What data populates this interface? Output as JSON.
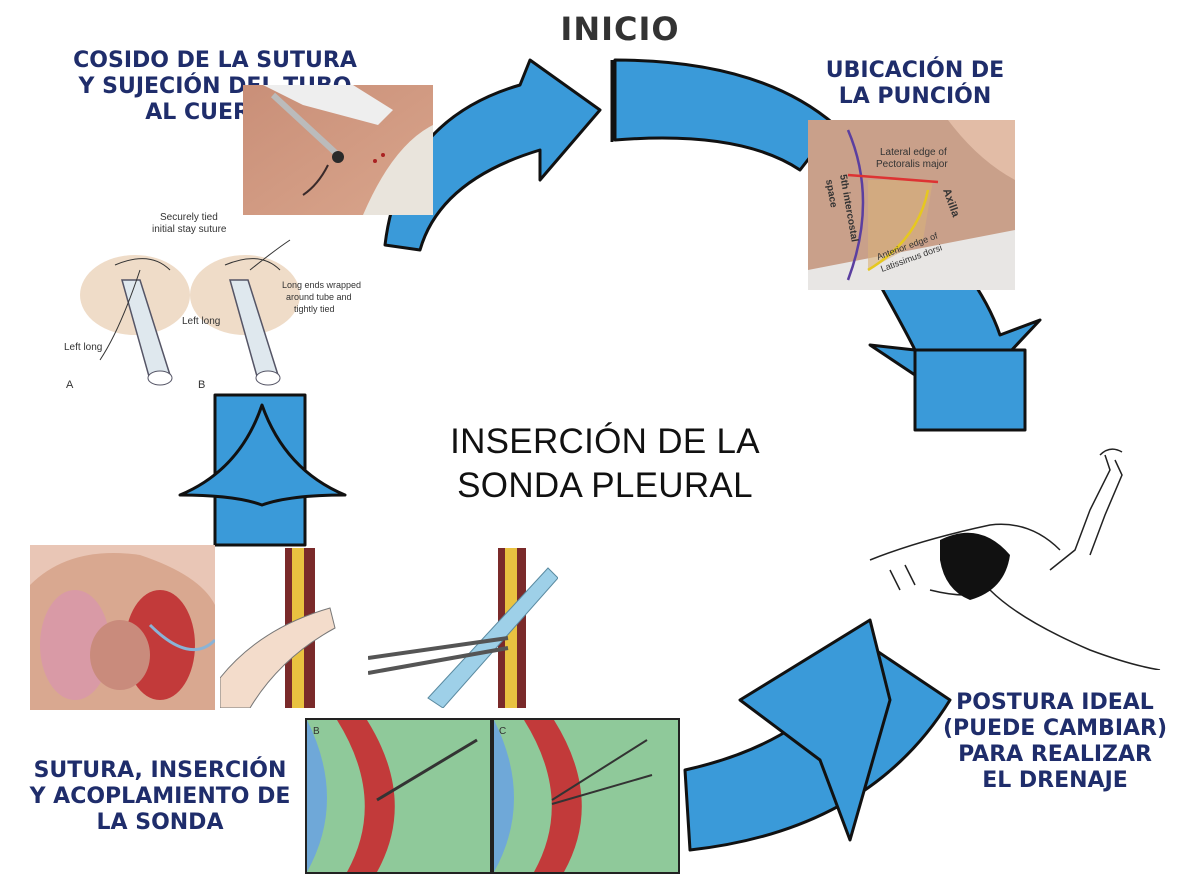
{
  "diagram": {
    "start_label": "INICIO",
    "center_title": "INSERCIÓN DE\nLA SONDA PLEURAL",
    "steps": [
      {
        "label": "UBICACIÓN DE\nLA PUNCIÓN"
      },
      {
        "label": "POSTURA IDEAL\n(PUEDE CAMBIAR)\nPARA REALIZAR\nEL DRENAJE"
      },
      {
        "label": "SUTURA, INSERCIÓN\nY ACOPLAMIENTO DE\nLA SONDA"
      },
      {
        "label": "COSIDO DE LA SUTURA\nY SUJECIÓN DEL TUBO\nAL CUERPO"
      }
    ],
    "illustrations": {
      "anatomy_labels": {
        "lateral_edge": "Lateral edge of",
        "pectoralis": "Pectoralis major",
        "axilla": "Axilla",
        "intercostal_1": "5th intercostal",
        "intercostal_2": "space",
        "anterior_edge": "Anterior edge of",
        "latissimus": "Latissimus dorsi"
      },
      "suture_labels": {
        "securely_tied": "Securely tied",
        "stay_suture": "initial stay suture",
        "long_ends_1": "Long ends wrapped",
        "long_ends_2": "around tube and",
        "long_ends_3": "tightly tied",
        "left_long_a": "Left long",
        "left_long_b": "Left long",
        "panel_a": "A",
        "panel_b": "B"
      },
      "incision_labels": {
        "panel_b": "B",
        "panel_c": "C"
      }
    },
    "colors": {
      "arrow_fill": "#3a9ad9",
      "arrow_stroke": "#111111",
      "label_text": "#1f2d6b"
    }
  }
}
